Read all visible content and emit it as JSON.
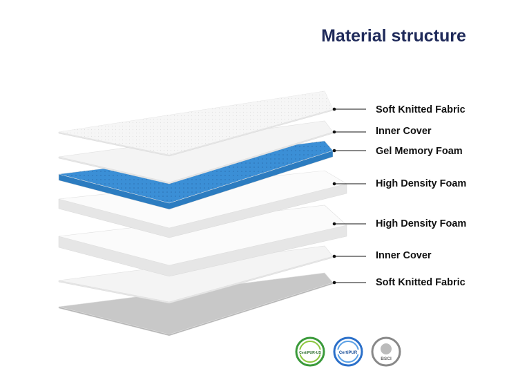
{
  "title": "Material structure",
  "colors": {
    "title": "#1f2a5a",
    "gel": "#3b8fd6",
    "fabric": "#f4f4f4",
    "foam": "#fbfbfb",
    "base": "#c8c8c8"
  },
  "layers": [
    {
      "label": "Soft Knitted Fabric",
      "material": "fabric"
    },
    {
      "label": "Inner Cover",
      "material": "fabric"
    },
    {
      "label": "Gel Memory Foam",
      "material": "gel"
    },
    {
      "label": "High Density Foam",
      "material": "foam"
    },
    {
      "label": "High Density Foam",
      "material": "foam"
    },
    {
      "label": "Inner Cover",
      "material": "fabric"
    },
    {
      "label": "Soft Knitted Fabric",
      "material": "base"
    }
  ],
  "certifications": [
    {
      "name": "CertiPUR-US",
      "color": "#3a9a3a",
      "icon": "certipur-us-badge-icon"
    },
    {
      "name": "CertiPUR",
      "color": "#2a6fc9",
      "icon": "certipur-badge-icon"
    },
    {
      "name": "BSCI",
      "color": "#888888",
      "icon": "bsci-badge-icon"
    }
  ]
}
